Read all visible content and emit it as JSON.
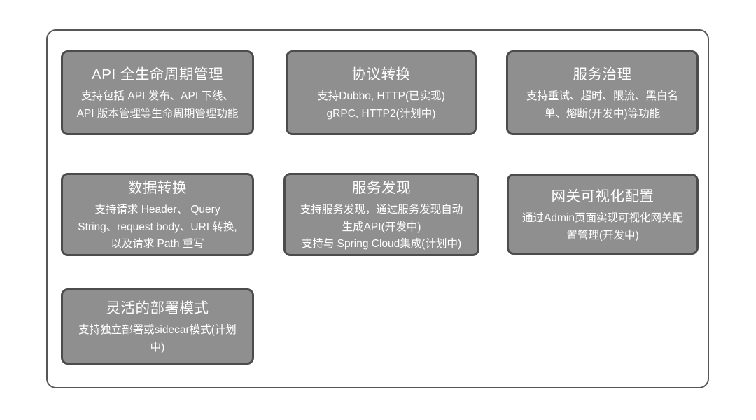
{
  "colors": {
    "page_background": "#ffffff",
    "frame_border": "#565656",
    "card_background": "#8f8f8f",
    "card_border": "#4c4c4c",
    "card_text": "#ffffff"
  },
  "cards": [
    {
      "title": "API 全生命周期管理",
      "lines": [
        "支持包括 API 发布、API 下线、API 版本管理等生命周期管理功能"
      ]
    },
    {
      "title": "协议转换",
      "lines": [
        "支持Dubbo, HTTP(已实现)",
        "gRPC, HTTP2(计划中)"
      ]
    },
    {
      "title": "服务治理",
      "lines": [
        "支持重试、超时、限流、黑白名单、熔断(开发中)等功能"
      ]
    },
    {
      "title": "数据转换",
      "lines": [
        "支持请求 Header、 Query String、request body、URI 转换, 以及请求 Path 重写"
      ]
    },
    {
      "title": "服务发现",
      "lines": [
        "支持服务发现，通过服务发现自动生成API(开发中)",
        "支持与 Spring Cloud集成(计划中)"
      ]
    },
    {
      "title": "网关可视化配置",
      "lines": [
        "通过Admin页面实现可视化网关配置管理(开发中)"
      ]
    },
    {
      "title": "灵活的部署模式",
      "lines": [
        "支持独立部署或sidecar模式(计划中)"
      ]
    }
  ]
}
